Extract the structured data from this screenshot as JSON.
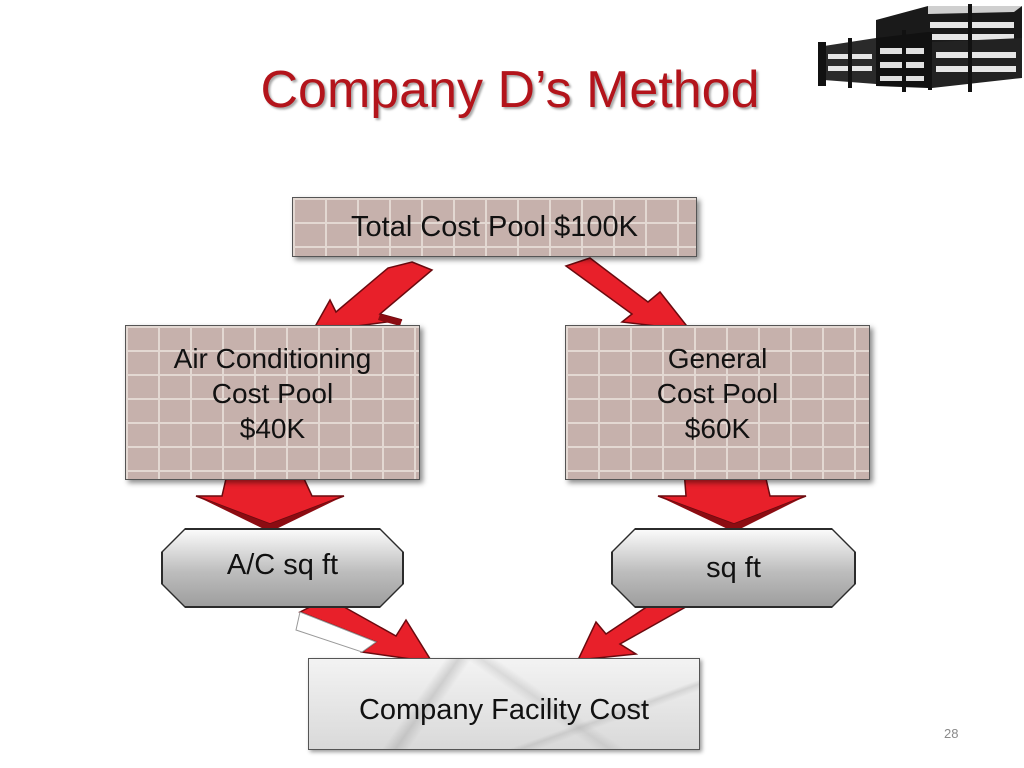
{
  "title": "Company D’s Method",
  "nodes": {
    "total": "Total Cost Pool $100K",
    "ac_pool": [
      "Air Conditioning",
      "Cost Pool",
      "$40K"
    ],
    "general_pool": [
      "General",
      "Cost Pool",
      "$60K"
    ],
    "ac_basis": "A/C sq ft",
    "general_basis": "sq ft",
    "facility": "Company Facility Cost"
  },
  "page_number": "28",
  "colors": {
    "title": "#b3141b",
    "arrow": "#e8202a",
    "arrow_dark": "#8c0c12"
  },
  "icons": {
    "logo": "office-building-icon"
  }
}
